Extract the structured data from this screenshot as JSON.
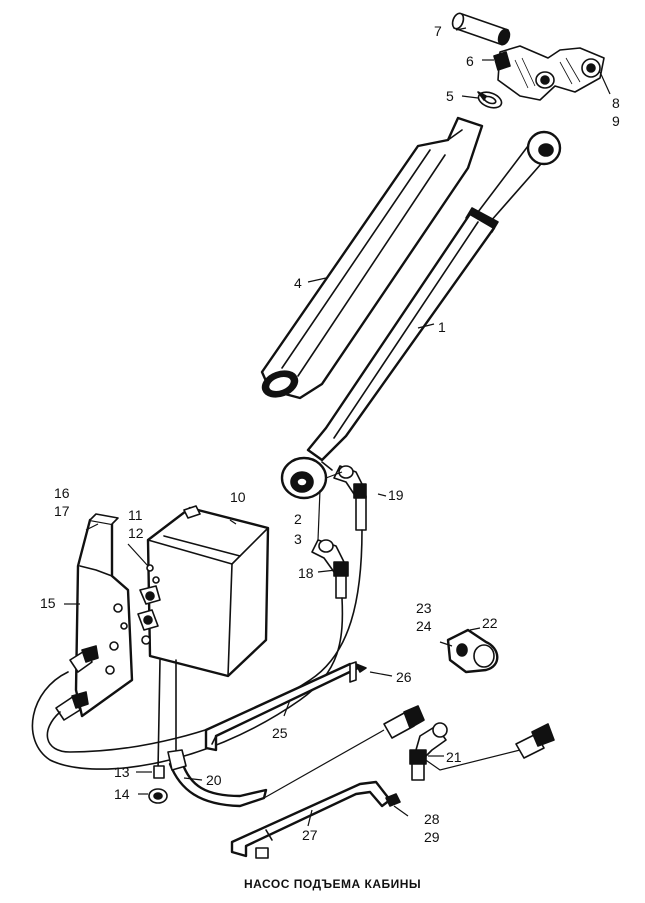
{
  "caption": "НАСОС ПОДЪЕМА КАБИНЫ",
  "callouts": [
    {
      "id": "c1",
      "text": "1"
    },
    {
      "id": "c2",
      "text": "2"
    },
    {
      "id": "c3",
      "text": "3"
    },
    {
      "id": "c4",
      "text": "4"
    },
    {
      "id": "c5",
      "text": "5"
    },
    {
      "id": "c6",
      "text": "6"
    },
    {
      "id": "c7",
      "text": "7"
    },
    {
      "id": "c8",
      "text": "8"
    },
    {
      "id": "c9",
      "text": "9"
    },
    {
      "id": "c10",
      "text": "10"
    },
    {
      "id": "c11",
      "text": "11"
    },
    {
      "id": "c12",
      "text": "12"
    },
    {
      "id": "c13",
      "text": "13"
    },
    {
      "id": "c14",
      "text": "14"
    },
    {
      "id": "c15",
      "text": "15"
    },
    {
      "id": "c16",
      "text": "16"
    },
    {
      "id": "c17",
      "text": "17"
    },
    {
      "id": "c18",
      "text": "18"
    },
    {
      "id": "c19",
      "text": "19"
    },
    {
      "id": "c20",
      "text": "20"
    },
    {
      "id": "c21",
      "text": "21"
    },
    {
      "id": "c22",
      "text": "22"
    },
    {
      "id": "c23",
      "text": "23"
    },
    {
      "id": "c24",
      "text": "24"
    },
    {
      "id": "c25",
      "text": "25"
    },
    {
      "id": "c26",
      "text": "26"
    },
    {
      "id": "c27",
      "text": "27"
    },
    {
      "id": "c28",
      "text": "28"
    },
    {
      "id": "c29",
      "text": "29"
    }
  ]
}
